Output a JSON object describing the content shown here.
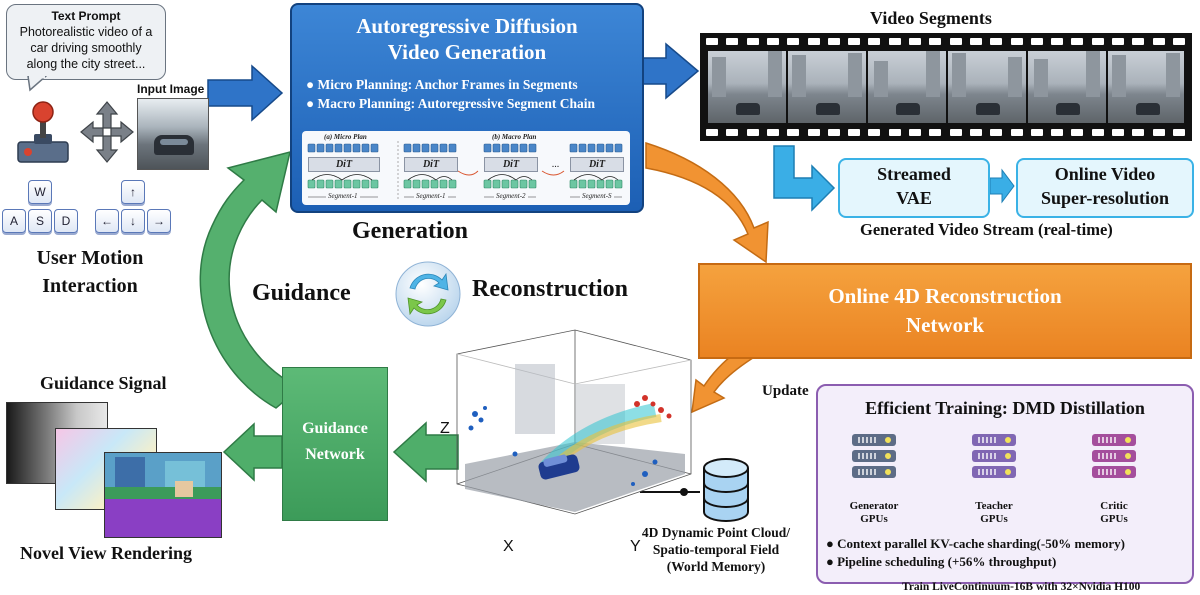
{
  "prompt": {
    "title": "Text Prompt",
    "text": "Photorealistic video of a car driving smoothly along the city street..."
  },
  "input_image_label": "Input Image",
  "keys": {
    "w": "W",
    "a": "A",
    "s": "S",
    "d": "D",
    "up": "↑",
    "left": "←",
    "down": "↓",
    "right": "→"
  },
  "user_motion": {
    "line1": "User Motion",
    "line2": "Interaction"
  },
  "generation_box": {
    "title_line1": "Autoregressive Diffusion",
    "title_line2": "Video Generation",
    "bullet1": "Micro Planning: Anchor Frames in Segments",
    "bullet2": "Macro Planning: Autoregressive Segment Chain",
    "micro_plan": "(a) Micro Plan",
    "macro_plan": "(b) Macro Plan",
    "dit": "DiT",
    "seg1": "Segment-1",
    "seg2": "Segment-2",
    "segS": "Segment-S",
    "dots": "..."
  },
  "generation_label": "Generation",
  "guidance_label": "Guidance",
  "reconstruction_label": "Reconstruction",
  "video_segments_label": "Video Segments",
  "streamed_vae": {
    "line1": "Streamed",
    "line2": "VAE"
  },
  "online_sr": {
    "line1": "Online Video",
    "line2": "Super-resolution"
  },
  "generated_stream_label": "Generated Video Stream (real-time)",
  "recon_box": {
    "line1": "Online 4D Reconstruction",
    "line2": "Network"
  },
  "update_label": "Update",
  "axes": {
    "z": "Z",
    "x": "X",
    "y": "Y"
  },
  "point_cloud_label": {
    "line1": "4D Dynamic Point Cloud/",
    "line2": "Spatio-temporal Field",
    "line3": "(World Memory)"
  },
  "guidance_network": {
    "line1": "Guidance",
    "line2": "Network"
  },
  "guidance_signal_label": "Guidance Signal",
  "novel_view_label": "Novel View Rendering",
  "training": {
    "title": "Efficient Training: DMD Distillation",
    "generator": {
      "line1": "Generator",
      "line2": "GPUs"
    },
    "teacher": {
      "line1": "Teacher",
      "line2": "GPUs"
    },
    "critic": {
      "line1": "Critic",
      "line2": "GPUs"
    },
    "bullet1": "Context parallel KV-cache sharding(-50% memory)",
    "bullet2": "Pipeline scheduling (+56% throughput)",
    "footer": "Train LiveContinuum-16B with 32×Nvidia H100"
  },
  "colors": {
    "blue": "#2a6fc4",
    "orange": "#ee8a2a",
    "green": "#4aa866",
    "cyan": "#3ab2e6",
    "purple": "#8b5db0"
  }
}
